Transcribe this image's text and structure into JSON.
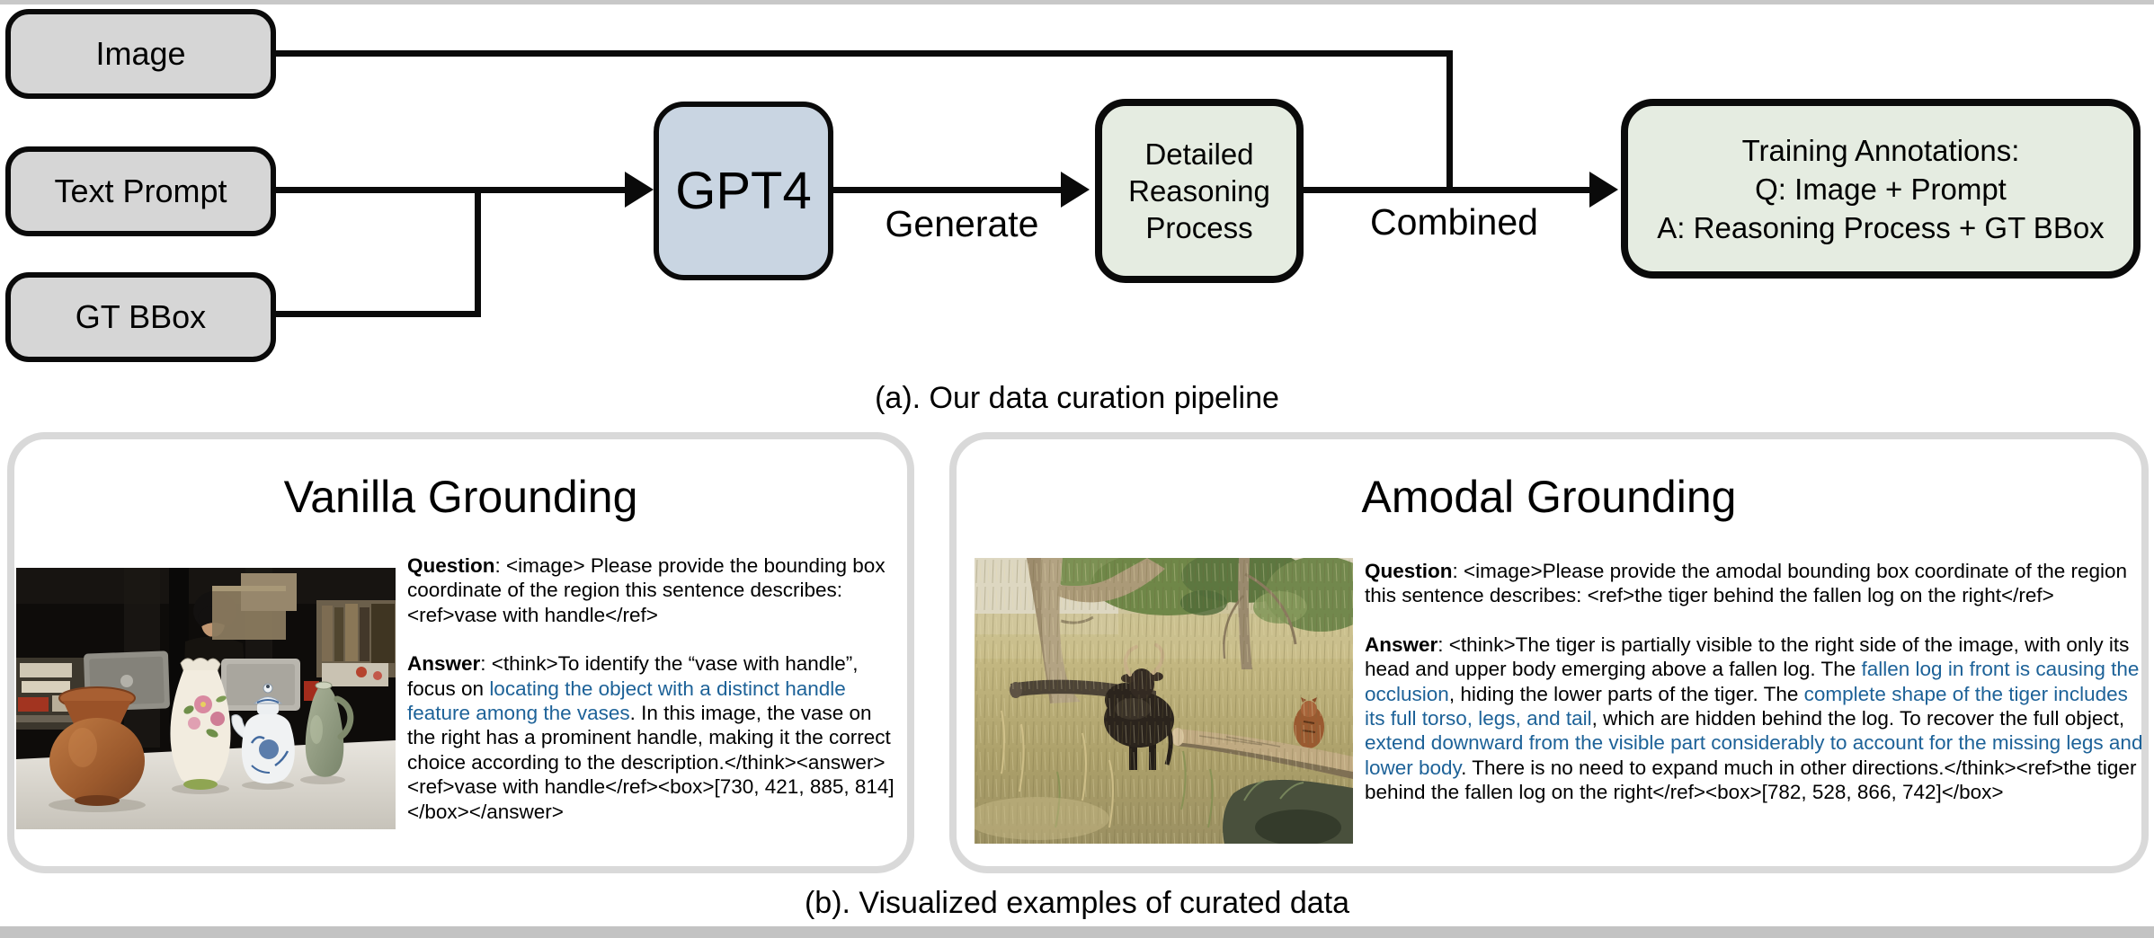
{
  "figure": {
    "section_a_caption": "(a). Our data curation pipeline",
    "section_b_caption": "(b). Visualized examples of curated data"
  },
  "pipeline": {
    "inputs": [
      {
        "label": "Image"
      },
      {
        "label": "Text Prompt"
      },
      {
        "label": "GT BBox"
      }
    ],
    "model_label": "GPT4",
    "generate_label": "Generate",
    "combined_label": "Combined",
    "reasoning_box": {
      "lines": [
        "Detailed",
        "Reasoning",
        "Process"
      ]
    },
    "training_box": {
      "lines": [
        "Training Annotations:",
        "Q: Image + Prompt",
        "A: Reasoning Process + GT BBox"
      ]
    }
  },
  "examples": {
    "vanilla": {
      "title": "Vanilla Grounding",
      "question": [
        {
          "t": "Question",
          "b": true
        },
        {
          "t": ": <image> Please provide the bounding box coordinate of the region this sentence describes: <ref>vase with handle</ref>"
        }
      ],
      "answer": [
        {
          "t": "Answer",
          "b": true
        },
        {
          "t": ": <think>To identify the “vase with handle”, focus on "
        },
        {
          "t": "locating the object with a distinct handle feature among the vases",
          "c": "hl"
        },
        {
          "t": ". In this image, the vase on the right has a prominent handle, making it the correct choice according to the description.</think><answer><ref>vase with handle</ref><box>[730, 421, 885, 814]</box></answer>"
        }
      ]
    },
    "amodal": {
      "title": "Amodal Grounding",
      "question": [
        {
          "t": "Question",
          "b": true
        },
        {
          "t": ": <image>Please provide the amodal bounding box coordinate of the region this sentence describes: <ref>the tiger behind the fallen log on the right</ref>"
        }
      ],
      "answer": [
        {
          "t": "Answer",
          "b": true
        },
        {
          "t": ": <think>The tiger is partially visible to the right side of the image, with only its head and upper body emerging above a fallen log. The "
        },
        {
          "t": "fallen log in front is causing the occlusion",
          "c": "hl"
        },
        {
          "t": ", hiding the lower parts of the tiger. The "
        },
        {
          "t": "complete shape of the tiger includes its full torso, legs, and tail",
          "c": "hl"
        },
        {
          "t": ", which are hidden behind the log. To recover the full object, "
        },
        {
          "t": "extend downward from the visible part considerably to account for the missing legs and lower body",
          "c": "hl"
        },
        {
          "t": ". There is no need to expand much in other directions.</think><ref>the tiger behind the fallen log on the right</ref><box>[782, 528, 866, 742]</box>"
        }
      ]
    }
  },
  "colors": {
    "highlight_text": "#1d6298",
    "model_box_fill": "#c9d5e2",
    "process_box_fill": "#e5ece1",
    "input_box_fill": "#d6d6d6",
    "panel_border": "#d9d9d9"
  }
}
